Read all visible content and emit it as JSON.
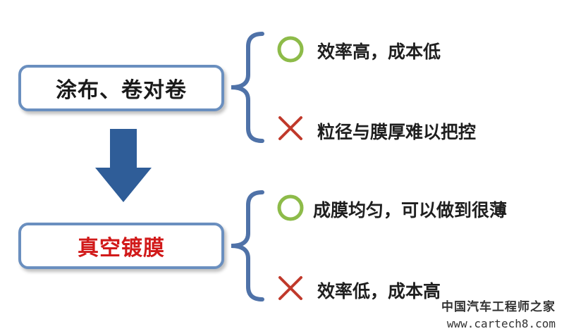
{
  "colors": {
    "box_border": "#6a8fbf",
    "arrow": "#2f5d98",
    "brace": "#4f72a8",
    "circle": "#8dbb49",
    "cross": "#c0392b",
    "highlight_text": "#d11a1a"
  },
  "top_box": {
    "label": "涂布、卷对卷",
    "pros_icon": "circle-icon",
    "pros": "效率高，成本低",
    "cons_icon": "cross-icon",
    "cons": "粒径与膜厚难以把控"
  },
  "bottom_box": {
    "label": "真空镀膜",
    "label_color": "#d11a1a",
    "pros_icon": "circle-icon",
    "pros": "成膜均匀，可以做到很薄",
    "cons_icon": "cross-icon",
    "cons": "效率低，成本高"
  },
  "watermark": {
    "title": "中国汽车工程师之家",
    "url": "www.cartech8.com"
  }
}
